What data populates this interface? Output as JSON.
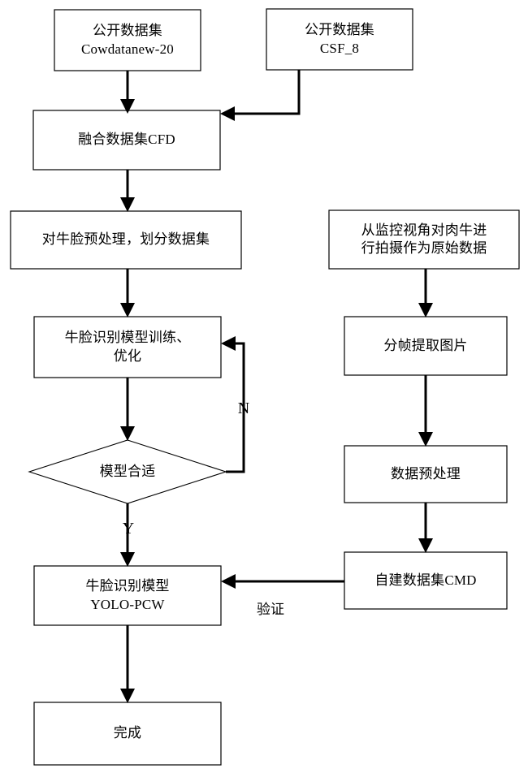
{
  "diagram": {
    "type": "flowchart",
    "title": "",
    "background_color": "#ffffff",
    "line_color": "#000000",
    "node_fill": "#ffffff",
    "nodes": [
      {
        "id": "public-dataset-cowdatanew",
        "shape": "rect",
        "lines": [
          "公开数据集",
          "Cowdatanew-20"
        ]
      },
      {
        "id": "public-dataset-csf8",
        "shape": "rect",
        "lines": [
          "公开数据集",
          "CSF_8"
        ]
      },
      {
        "id": "fused-dataset-cfd",
        "shape": "rect",
        "lines": [
          "融合数据集CFD"
        ]
      },
      {
        "id": "cowface-preprocess-split",
        "shape": "rect",
        "lines": [
          "对牛脸预处理，划分数据集"
        ]
      },
      {
        "id": "surveillance-capture-raw",
        "shape": "rect",
        "lines": [
          "从监控视角对肉牛进",
          "行拍摄作为原始数据"
        ]
      },
      {
        "id": "cowface-model-train-optimize",
        "shape": "rect",
        "lines": [
          "牛脸识别模型训练、",
          "优化"
        ]
      },
      {
        "id": "frame-extract-images",
        "shape": "rect",
        "lines": [
          "分帧提取图片"
        ]
      },
      {
        "id": "model-suitable-decision",
        "shape": "diamond",
        "lines": [
          "模型合适"
        ]
      },
      {
        "id": "data-preprocess",
        "shape": "rect",
        "lines": [
          "数据预处理"
        ]
      },
      {
        "id": "cowface-model-yolo-pcw",
        "shape": "rect",
        "lines": [
          "牛脸识别模型",
          "YOLO-PCW"
        ]
      },
      {
        "id": "self-built-dataset-cmd",
        "shape": "rect",
        "lines": [
          "自建数据集CMD"
        ]
      },
      {
        "id": "finish",
        "shape": "rect",
        "lines": [
          "完成"
        ]
      }
    ],
    "edge_labels": {
      "no_branch": "N",
      "yes_branch": "Y",
      "validate": "验证"
    }
  }
}
